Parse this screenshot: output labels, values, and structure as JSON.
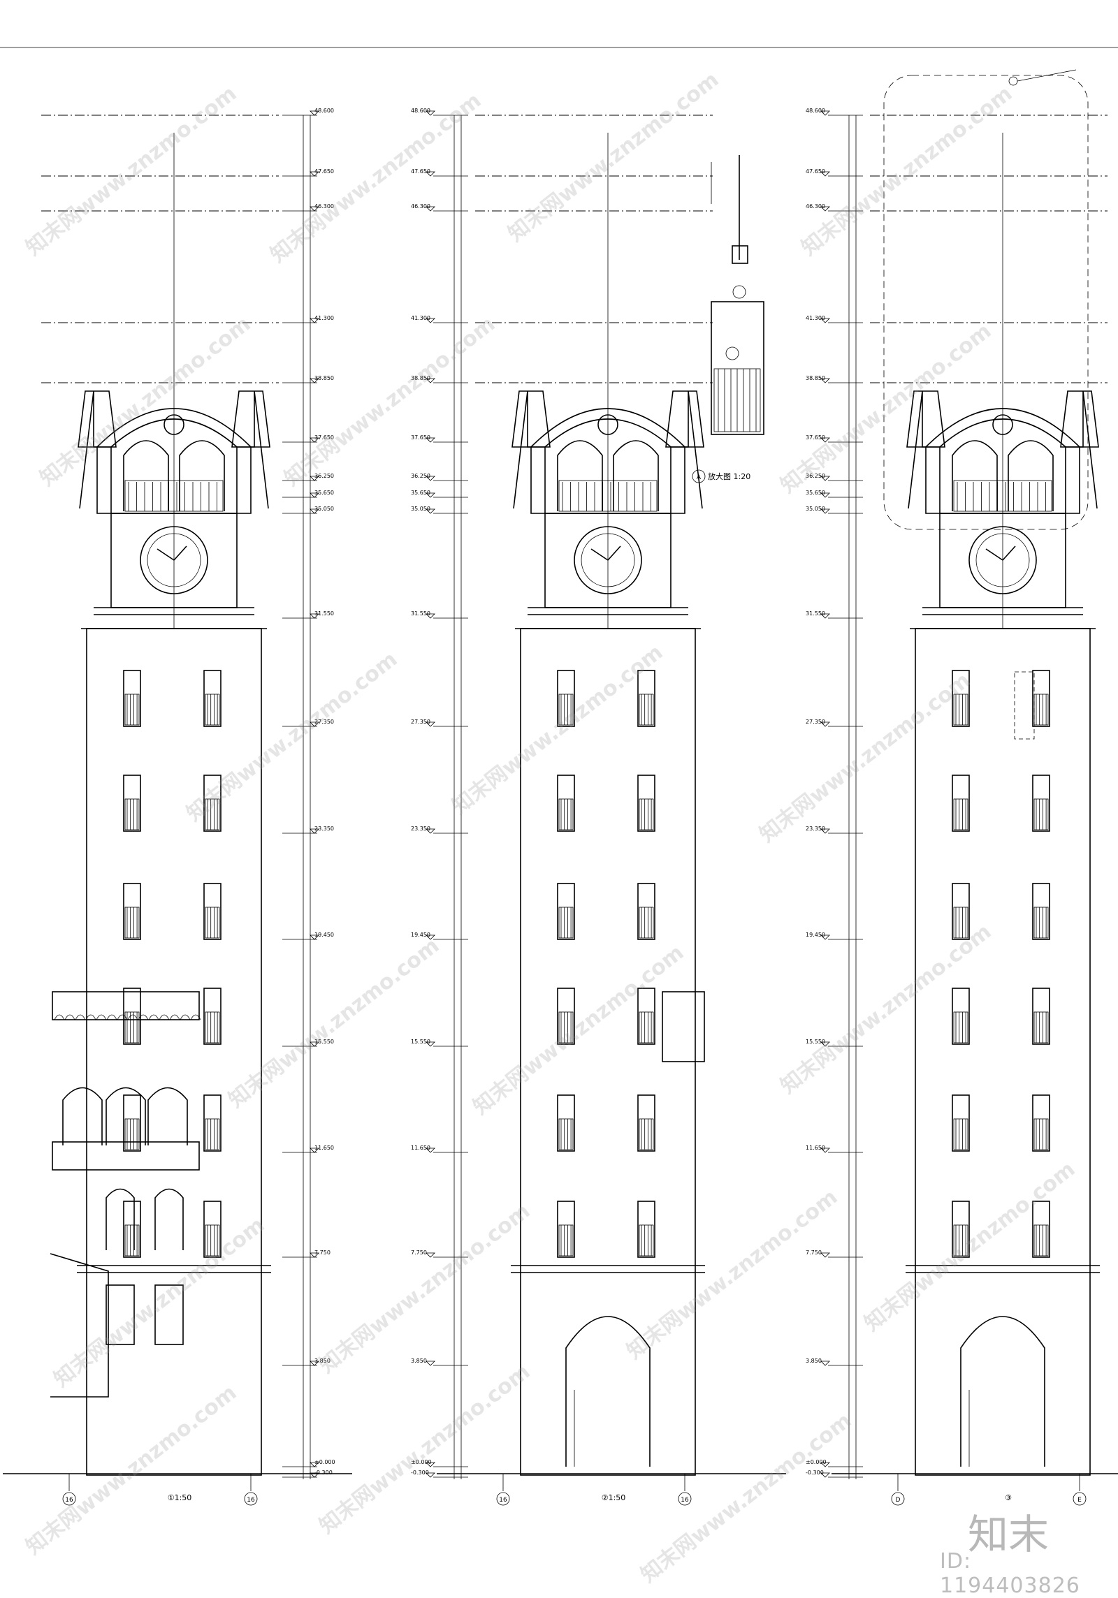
{
  "elevations": [
    {
      "key": "e1",
      "title": "①1:50",
      "grid_left": "16",
      "grid_right": "16"
    },
    {
      "key": "e2",
      "title": "②1:50",
      "grid_left": "16",
      "grid_right": "16"
    },
    {
      "key": "e3",
      "title": "③",
      "grid_left": "D",
      "grid_right": "E"
    }
  ],
  "level_marks": [
    "48.600",
    "47.650",
    "46.300",
    "41.300",
    "38.850",
    "37.650",
    "36.250",
    "35.650",
    "35.050",
    "31.550",
    "27.350",
    "23.350",
    "19.450",
    "15.550",
    "11.650",
    "7.750",
    "3.850",
    "±0.000",
    "-0.300"
  ],
  "detail": {
    "title": "放大图 1:20",
    "tag": "A"
  },
  "watermark": {
    "text": "知末网www.znzmo.com",
    "brand": "知末",
    "id": "ID: 1194403826"
  }
}
